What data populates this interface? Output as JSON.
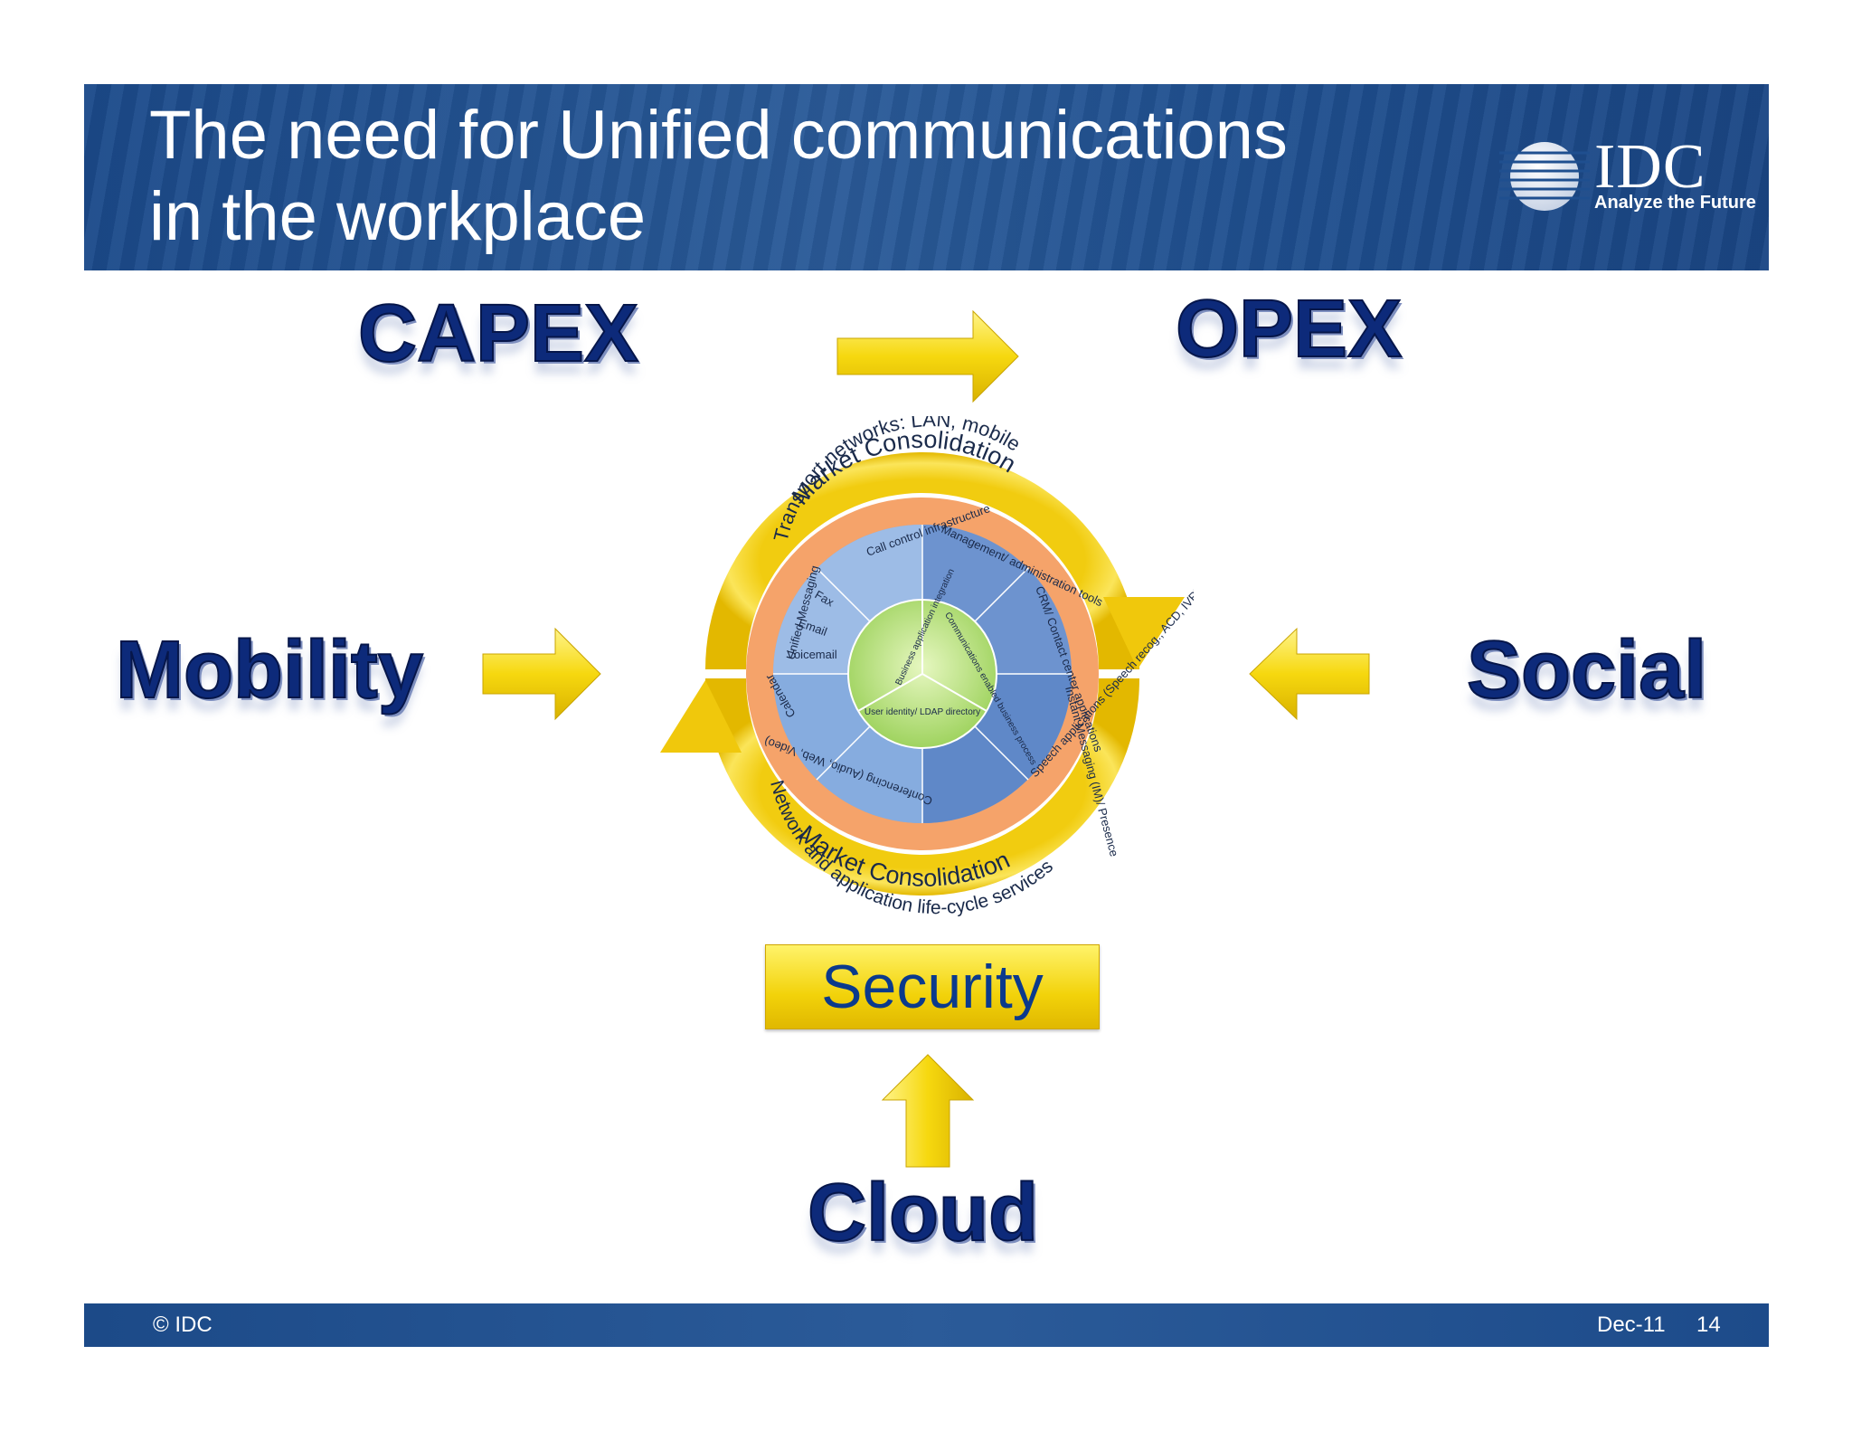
{
  "header": {
    "title_line1": "The need for Unified communications",
    "title_line2": "in the workplace",
    "logo_text": "IDC",
    "logo_tagline": "Analyze the Future"
  },
  "labels": {
    "capex": "CAPEX",
    "opex": "OPEX",
    "mobility": "Mobility",
    "social": "Social",
    "cloud": "Cloud",
    "security": "Security"
  },
  "wheel": {
    "outer_ring_top": "Market Consolidation",
    "outer_ring_bottom": "Market Consolidation",
    "orange_ring_top": "Transport networks: LAN, mobile",
    "orange_ring_bottom": "Network and application life-cycle services",
    "segments": [
      {
        "text": "Call control infrastructure"
      },
      {
        "text": "Management/ administration tools"
      },
      {
        "text": "CRM/ Contact center applications"
      },
      {
        "text": "Instant Messaging (IM)/ Presence"
      },
      {
        "text": "Speech applications (Speech recog., ACD, IVR)"
      },
      {
        "text": "Conferencing (Audio, Web, Video)"
      },
      {
        "text": "Calendar"
      },
      {
        "text": "Unified Messaging"
      },
      {
        "text": "Fax"
      },
      {
        "text": "Email"
      },
      {
        "text": "Voicemail"
      }
    ],
    "center": {
      "left": "Business application integration",
      "right": "Communications enabled business process",
      "bottom": "User identity/ LDAP directory"
    }
  },
  "footer": {
    "copyright": "© IDC",
    "date": "Dec-11",
    "page": "14"
  },
  "colors": {
    "header_blue": "#1f4f8f",
    "label_navy": "#0d2a7a",
    "arrow_yellow": "#f2d20a",
    "ring_orange": "#f5a36a",
    "segment_blue": "#6f9ad8",
    "center_green": "#a8d86a"
  }
}
